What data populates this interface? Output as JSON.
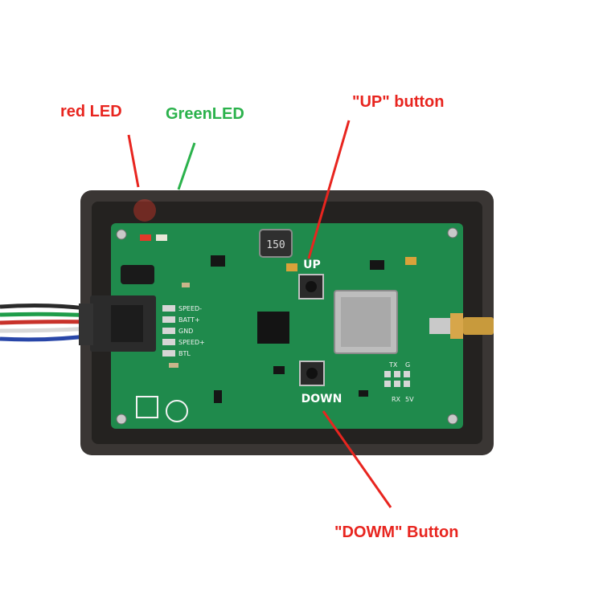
{
  "annotations": {
    "red_led": "red LED",
    "green_led": "GreenLED",
    "up_button": "\"UP\" button",
    "down_button": "\"DOWM\" Button"
  },
  "board": {
    "silk_up": "UP",
    "silk_down": "DOWN",
    "inductor_marking": "150",
    "header_labels": [
      "SPEED-",
      "BATT+",
      "GND",
      "SPEED+",
      "BTL"
    ],
    "silk_tx": "TX",
    "silk_g": "G",
    "silk_rx": "RX",
    "silk_5v": "5V"
  },
  "colors": {
    "annotation_red": "#e8251f",
    "annotation_green": "#2bb24c",
    "pcb_green": "#1f8a4c",
    "enclosure": "#3a3634"
  }
}
